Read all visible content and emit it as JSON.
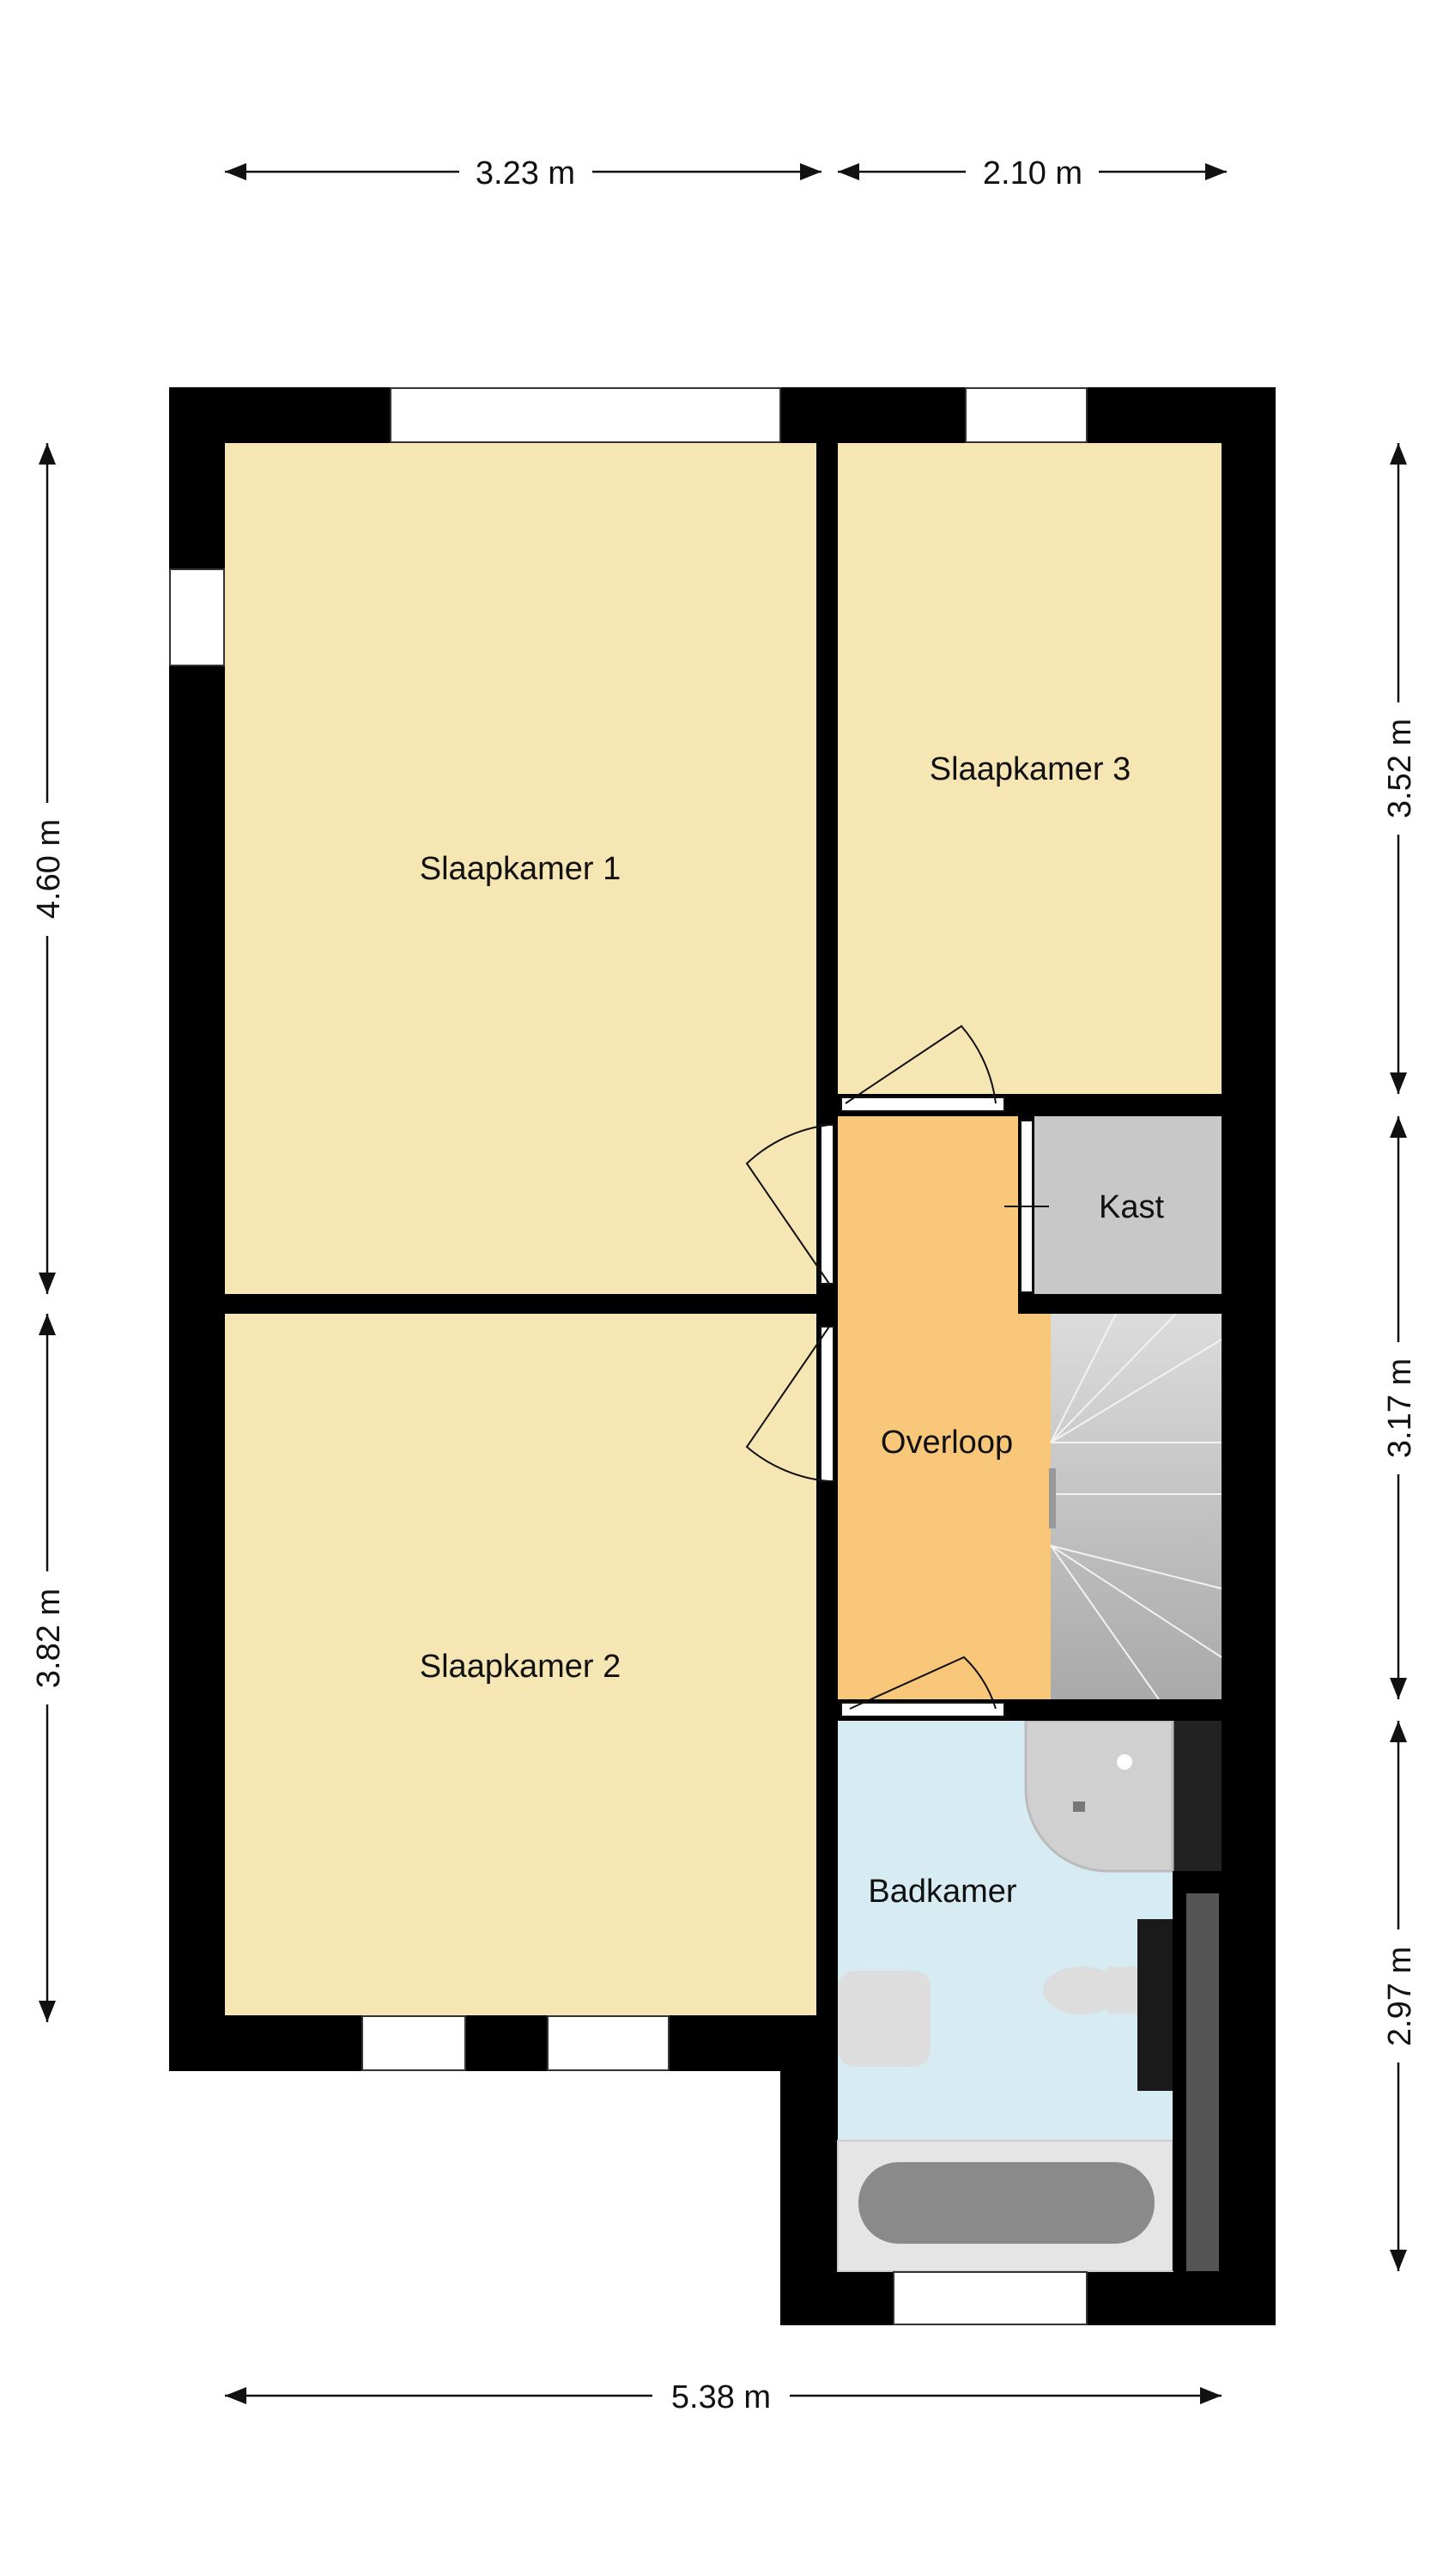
{
  "rooms": {
    "slaapkamer1": "Slaapkamer 1",
    "slaapkamer2": "Slaapkamer 2",
    "slaapkamer3": "Slaapkamer 3",
    "overloop": "Overloop",
    "kast": "Kast",
    "badkamer": "Badkamer"
  },
  "dimensions": {
    "top_left": "3.23 m",
    "top_right": "2.10 m",
    "bottom": "5.38 m",
    "left_upper": "4.60 m",
    "left_lower": "3.82 m",
    "right_upper": "3.52 m",
    "right_middle": "3.17 m",
    "right_lower": "2.97 m"
  },
  "colors": {
    "bedroom": "#f5e6b4",
    "landing": "#f9c77a",
    "closet": "#c8c8c8",
    "bathroom": "#d6ecf2",
    "wall": "#000000"
  }
}
